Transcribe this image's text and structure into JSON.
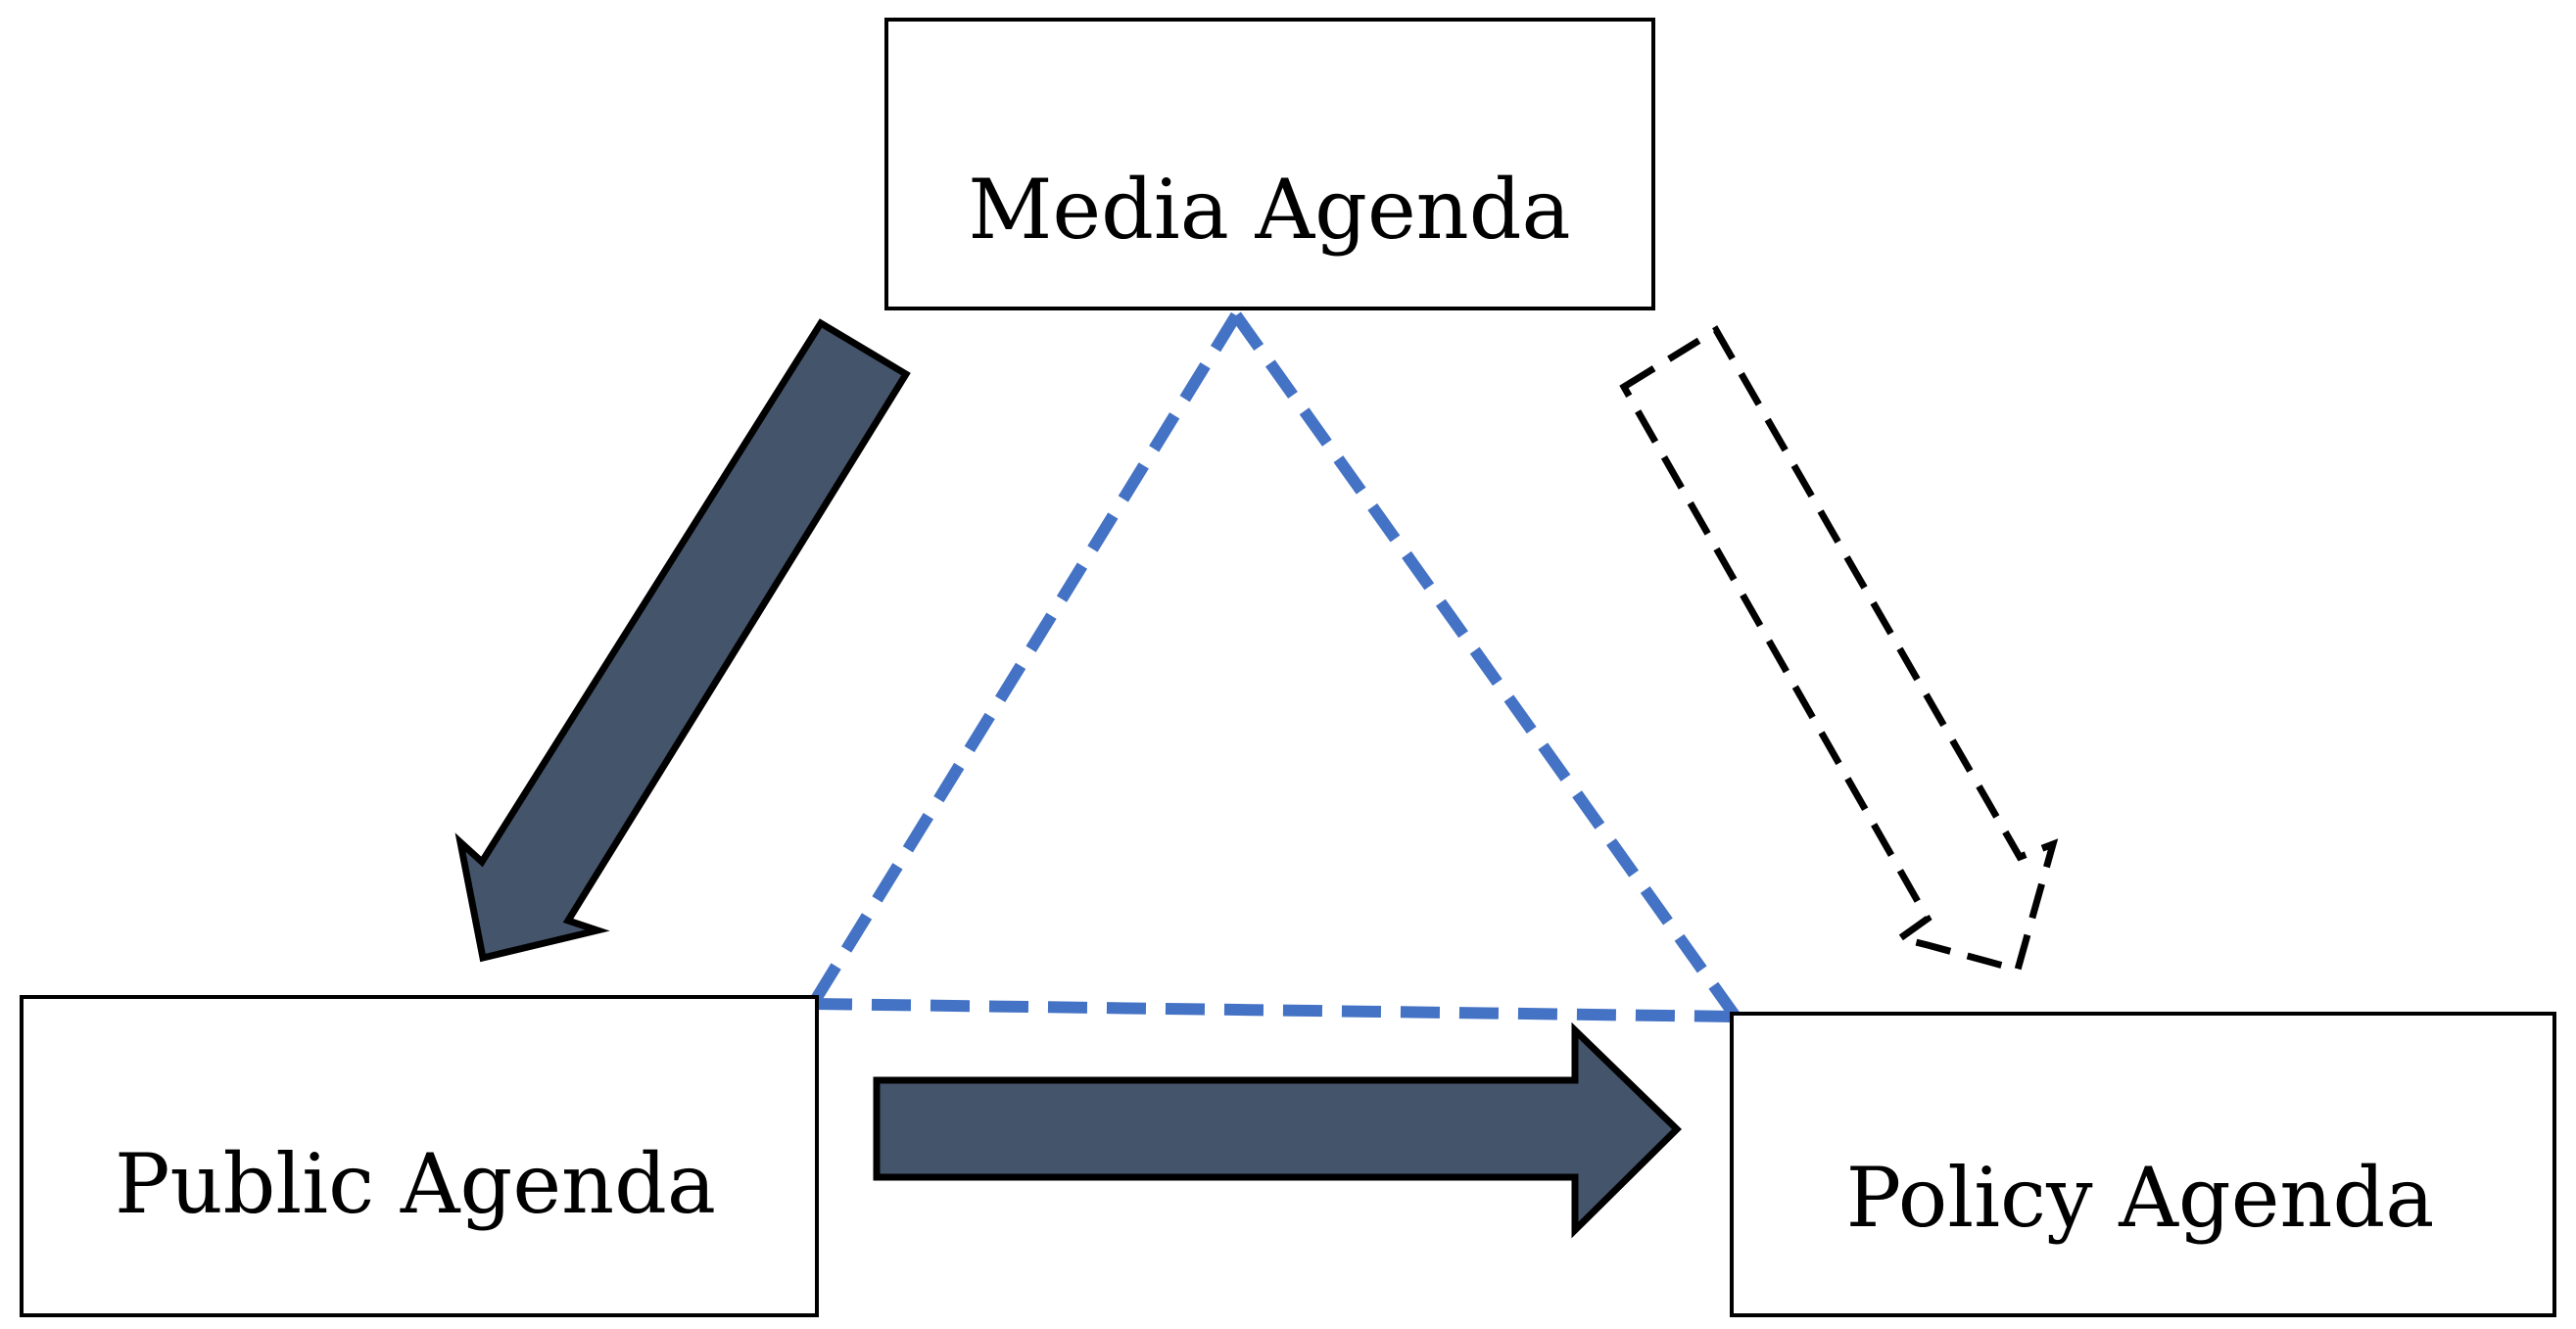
{
  "nodes": {
    "media": {
      "label": "Media Agenda"
    },
    "public": {
      "label": "Public Agenda"
    },
    "policy": {
      "label": "Policy Agenda"
    }
  },
  "colors": {
    "solid_arrow_fill": "#44546a",
    "dashed_triangle": "#4472c4",
    "outline": "#000000",
    "background": "#ffffff"
  },
  "edges": [
    {
      "from": "Media Agenda",
      "to": "Public Agenda",
      "style": "solid-filled-arrow"
    },
    {
      "from": "Public Agenda",
      "to": "Policy Agenda",
      "style": "solid-filled-arrow"
    },
    {
      "from": "Media Agenda",
      "to": "Policy Agenda",
      "style": "dashed-outline-arrow"
    },
    {
      "from": "Media Agenda",
      "to": "Public Agenda",
      "style": "blue-dashed-line"
    },
    {
      "from": "Media Agenda",
      "to": "Policy Agenda",
      "style": "blue-dashed-line"
    },
    {
      "from": "Public Agenda",
      "to": "Policy Agenda",
      "style": "blue-dashed-line"
    }
  ]
}
